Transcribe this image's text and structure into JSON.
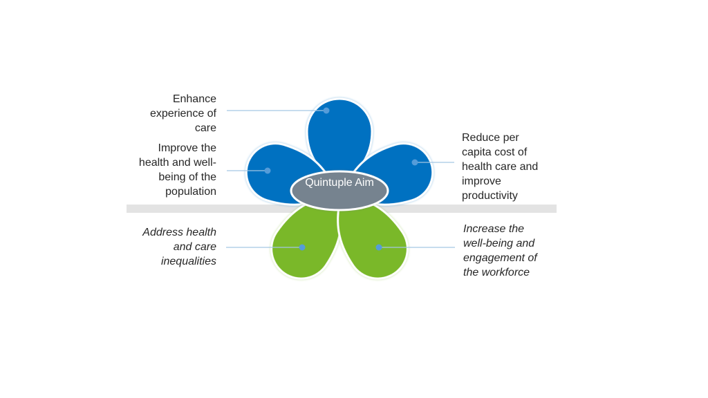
{
  "diagram": {
    "center": {
      "label": "Quintuple Aim"
    },
    "aims": [
      {
        "id": "enhance-experience-of-care",
        "lines": [
          "Enhance",
          "experience of",
          "care"
        ],
        "text": "Enhance experience of care",
        "petal_color": "blue",
        "text_style": "normal"
      },
      {
        "id": "improve-population-health",
        "lines": [
          "Improve the",
          "health and well-",
          "being of the",
          "population"
        ],
        "text": "Improve the health and well-being of the population",
        "petal_color": "blue",
        "text_style": "normal"
      },
      {
        "id": "reduce-per-capita-cost",
        "lines": [
          "Reduce per",
          "capita cost of",
          "health care and",
          "improve",
          "productivity"
        ],
        "text": "Reduce per capita cost of health care and improve productivity",
        "petal_color": "blue",
        "text_style": "normal"
      },
      {
        "id": "address-health-inequalities",
        "lines": [
          "Address health",
          "and care",
          "inequalities"
        ],
        "text": "Address health and care inequalities",
        "petal_color": "green",
        "text_style": "italic"
      },
      {
        "id": "increase-workforce-wellbeing",
        "lines": [
          "Increase the",
          "well-being and",
          "engagement of",
          "the workforce"
        ],
        "text": "Increase the well-being and engagement of the workforce",
        "petal_color": "green",
        "text_style": "italic"
      }
    ]
  },
  "colors": {
    "petal_blue": "#0071C1",
    "petal_green": "#7AB829",
    "hub_gray": "#76838F",
    "band_gray": "#E3E3E3",
    "connector_line": "#A4C6E4",
    "connector_dot": "#559CD9",
    "label_text": "#262626",
    "center_text": "#FFFFFF"
  }
}
